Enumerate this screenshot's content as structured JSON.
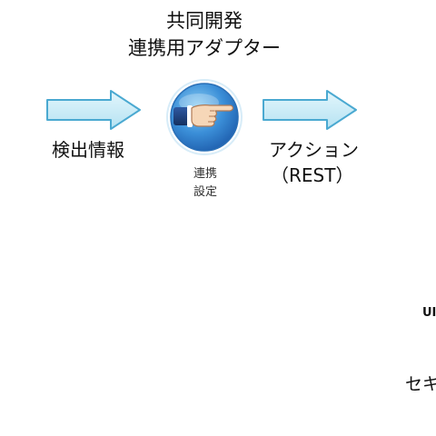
{
  "title_line1": "共同開発",
  "title_line2": "連携用アダプター",
  "left_arrow_label": "検出情報",
  "center_icon": "pointing-hand-icon",
  "center_caption_line1": "連携",
  "center_caption_line2": "設定",
  "right_arrow_label_line1": "アクション",
  "right_arrow_label_line2": "（REST）",
  "cut_text_1": "UI",
  "cut_text_2": "セキ",
  "colors": {
    "arrow_fill": "#c6ecf7",
    "arrow_stroke": "#4aa9d1",
    "badge_blue": "#2e74c9",
    "cuff": "#1f3f7a"
  }
}
